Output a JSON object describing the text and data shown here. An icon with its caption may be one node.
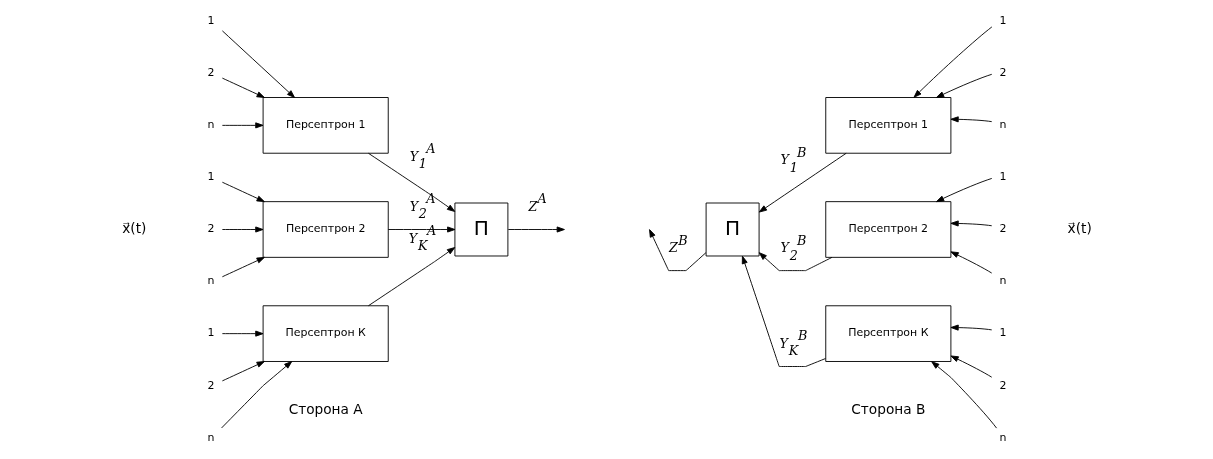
{
  "diagram": {
    "nodes": [
      {
        "text": [
          "Персептрон 1"
        ]
      },
      {
        "text": [
          "1"
        ]
      },
      {
        "text": [
          "2"
        ]
      },
      {
        "text": [
          "n"
        ]
      },
      {
        "text": [
          "Персептрон 2"
        ]
      },
      {
        "text": [
          "1"
        ]
      },
      {
        "text": [
          "2"
        ]
      },
      {
        "text": [
          "n"
        ]
      },
      {
        "text": [
          "Персептрон К"
        ]
      },
      {
        "text": [
          "1"
        ]
      },
      {
        "text": [
          "2"
        ]
      },
      {
        "text": [
          "n"
        ]
      },
      {
        "text": [
          "П"
        ]
      },
      {
        "text": [
          "Персептрон 1"
        ]
      },
      {
        "text": [
          "1"
        ]
      },
      {
        "text": [
          "2"
        ]
      },
      {
        "text": [
          "n"
        ]
      },
      {
        "text": [
          "Персептрон 2"
        ]
      },
      {
        "text": [
          "1"
        ]
      },
      {
        "text": [
          "2"
        ]
      },
      {
        "text": [
          "n"
        ]
      },
      {
        "text": [
          "Персептрон К"
        ]
      },
      {
        "text": [
          "1"
        ]
      },
      {
        "text": [
          "2"
        ]
      },
      {
        "text": [
          "n"
        ]
      },
      {
        "text": [
          "П"
        ]
      }
    ],
    "edges": [
      {
        "from": 1,
        "to": 0,
        "arrow": "to"
      },
      {
        "from": 2,
        "to": 0,
        "arrow": "to"
      },
      {
        "from": 3,
        "to": 0,
        "arrow": "to"
      },
      {
        "from": 5,
        "to": 4,
        "arrow": "to"
      },
      {
        "from": 6,
        "to": 4,
        "arrow": "to"
      },
      {
        "from": 7,
        "to": 4,
        "arrow": "to"
      },
      {
        "from": 9,
        "to": 8,
        "arrow": "to"
      },
      {
        "from": 10,
        "to": 8,
        "arrow": "to"
      },
      {
        "from": 11,
        "to": 8,
        "arrow": "to"
      },
      {
        "from": 0,
        "to": 12,
        "arrow": "to",
        "label": "Y$_{1}$$^{A}$"
      },
      {
        "from": 4,
        "to": 12,
        "arrow": "to",
        "label": "Y$_{2}$$^{A}$"
      },
      {
        "from": 8,
        "to": 12,
        "arrow": "to",
        "label": "Y$_{K}$$^{A}$"
      },
      {
        "from": 12,
        "to": null,
        "arrow": "to",
        "label": "Z$^{A}$"
      },
      {
        "from": 14,
        "to": 13,
        "arrow": "to"
      },
      {
        "from": 15,
        "to": 13,
        "arrow": "to"
      },
      {
        "from": 16,
        "to": 13,
        "arrow": "to"
      },
      {
        "from": 18,
        "to": 17,
        "arrow": "to"
      },
      {
        "from": 19,
        "to": 17,
        "arrow": "to"
      },
      {
        "from": 20,
        "to": 17,
        "arrow": "to"
      },
      {
        "from": 22,
        "to": 21,
        "arrow": "to"
      },
      {
        "from": 23,
        "to": 21,
        "arrow": "to"
      },
      {
        "from": 24,
        "to": 21,
        "arrow": "to"
      },
      {
        "from": 13,
        "to": 25,
        "arrow": "to",
        "label": "Y$_{1}$$^{B}$"
      },
      {
        "from": 17,
        "to": 25,
        "arrow": "to",
        "label": "Y$_{2}$$^{B}$"
      },
      {
        "from": 21,
        "to": 25,
        "arrow": "to",
        "label": "Y$_{K}$$^{B}$"
      },
      {
        "from": 25,
        "to": null,
        "arrow": "to",
        "label": "Z$^{B}$"
      }
    ],
    "labels": [
      "x⃗(t)",
      "x⃗(t)",
      "Сторона А",
      "Сторона В"
    ]
  }
}
